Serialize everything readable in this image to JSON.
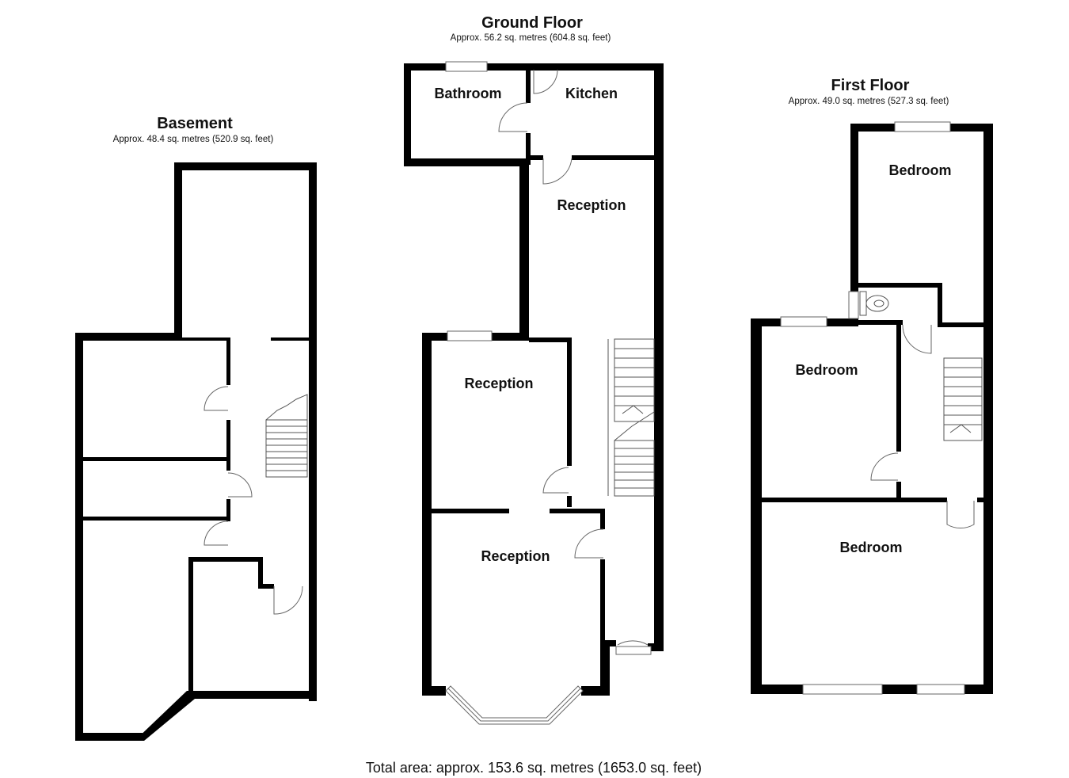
{
  "floors": {
    "basement": {
      "title": "Basement",
      "area": "Approx. 48.4 sq. metres (520.9 sq. feet)",
      "rooms": []
    },
    "ground": {
      "title": "Ground Floor",
      "area": "Approx. 56.2 sq. metres (604.8 sq. feet)",
      "rooms": [
        "Bathroom",
        "Kitchen",
        "Reception",
        "Reception",
        "Reception"
      ]
    },
    "first": {
      "title": "First Floor",
      "area": "Approx. 49.0 sq. metres (527.3 sq. feet)",
      "rooms": [
        "Bedroom",
        "Bedroom",
        "Bedroom"
      ]
    }
  },
  "total_area": "Total area: approx. 153.6 sq. metres (1653.0 sq. feet)"
}
